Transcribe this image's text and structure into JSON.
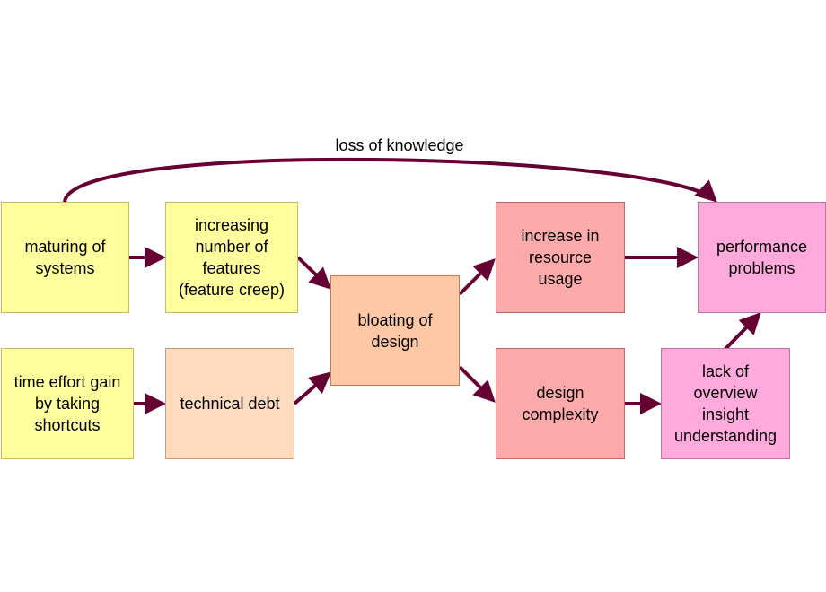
{
  "diagram": {
    "nodes": {
      "maturing": "maturing of\nsystems",
      "features": "increasing\nnumber of\nfeatures\n(feature creep)",
      "time_gain": "time effort gain\nby taking\nshortcuts",
      "tech_debt": "technical debt",
      "bloating": "bloating of\ndesign",
      "resource": "increase in\nresource\nusage",
      "complexity": "design\ncomplexity",
      "overview": "lack of\noverview\ninsight\nunderstanding",
      "performance": "performance\nproblems"
    },
    "loop_label": "loss of knowledge"
  },
  "colors": {
    "arrow": "#660033",
    "yellow": "#ffff9e",
    "peach_light": "#ffdcc0",
    "peach": "#ffc8a4",
    "red": "#ffaaaa",
    "pink": "#ffaadc"
  }
}
